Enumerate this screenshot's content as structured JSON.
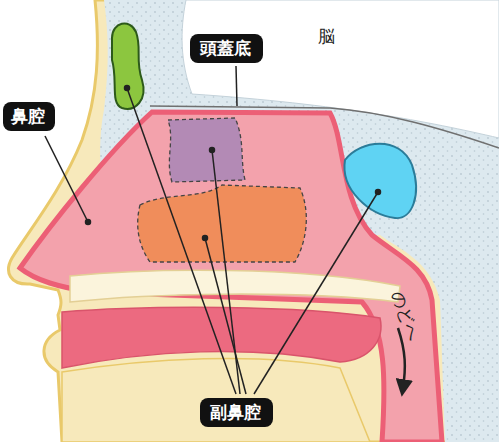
{
  "diagram": {
    "nodes": [
      {
        "text": [
          "頭蓋底"
        ]
      },
      {
        "text": [
          "鼻腔"
        ]
      },
      {
        "text": [
          "副鼻腔"
        ]
      }
    ],
    "labels": [
      "脳",
      "のどへ"
    ]
  }
}
